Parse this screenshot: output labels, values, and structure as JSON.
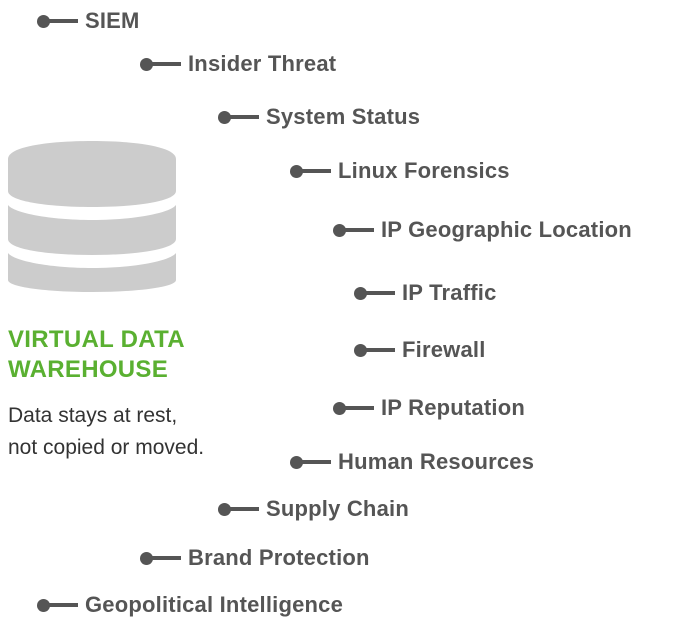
{
  "data_sources": [
    {
      "label": "SIEM"
    },
    {
      "label": "Insider Threat"
    },
    {
      "label": "System Status"
    },
    {
      "label": "Linux Forensics"
    },
    {
      "label": "IP Geographic Location"
    },
    {
      "label": "IP Traffic"
    },
    {
      "label": "Firewall"
    },
    {
      "label": "IP Reputation"
    },
    {
      "label": "Human Resources"
    },
    {
      "label": "Supply Chain"
    },
    {
      "label": "Brand Protection"
    },
    {
      "label": "Geopolitical Intelligence"
    }
  ],
  "warehouse": {
    "title_line1": "VIRTUAL DATA",
    "title_line2": "WAREHOUSE",
    "description_line1": "Data stays at rest,",
    "description_line2": "not copied or moved.",
    "icon": "database-icon"
  },
  "colors": {
    "accent": "#5ab031",
    "connector": "#555555",
    "database": "#cccccc",
    "text": "#333333"
  }
}
